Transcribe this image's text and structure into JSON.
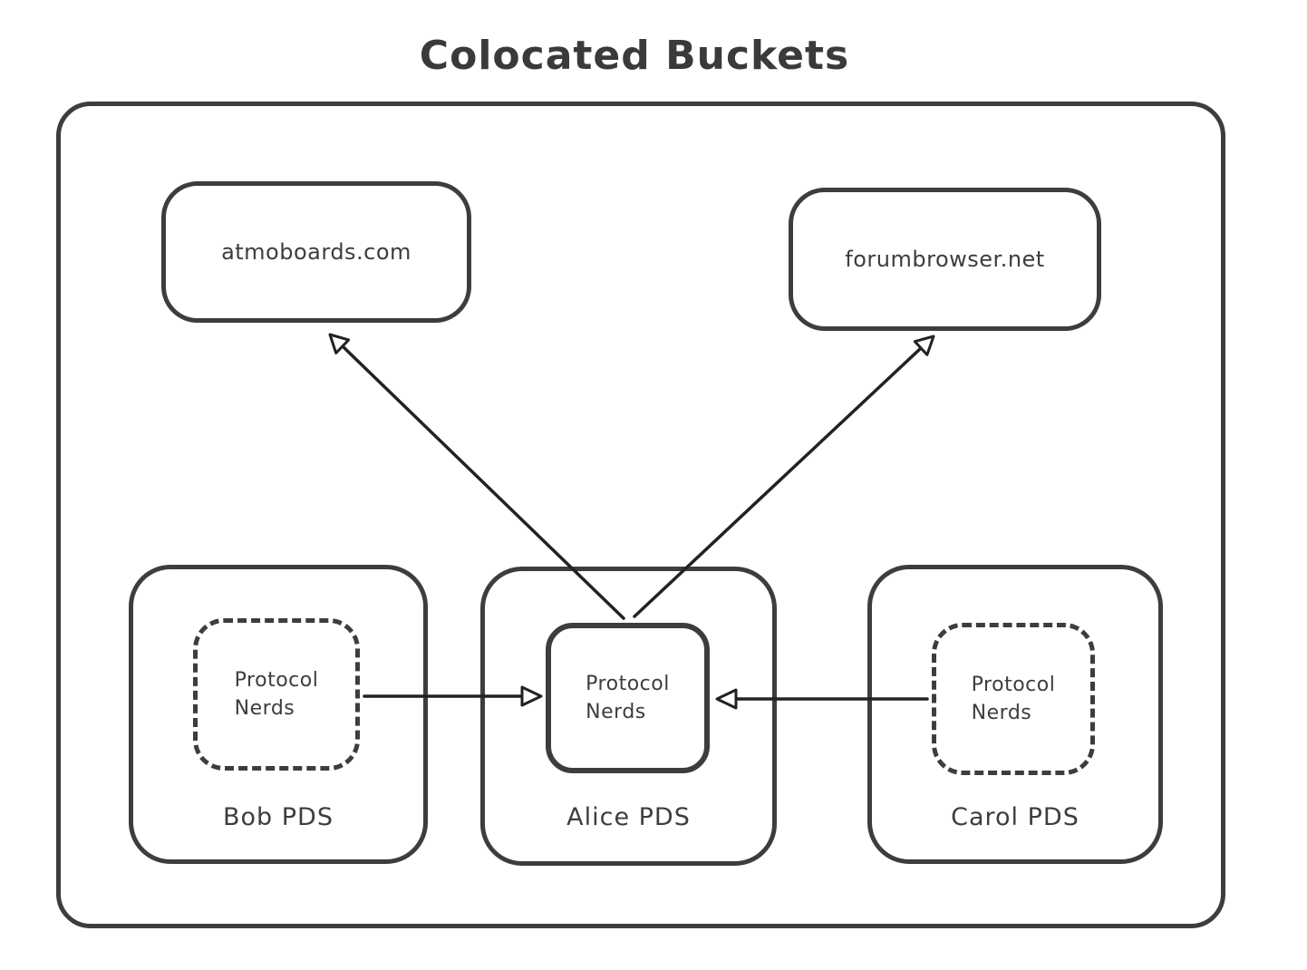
{
  "title": "Colocated Buckets",
  "colors": {
    "box_stroke": "#3d3d3d",
    "arrow_stroke": "#222222",
    "background": "#ffffff"
  },
  "nodes": {
    "atmoboards": {
      "label": "atmoboards.com"
    },
    "forumbrowser": {
      "label": "forumbrowser.net"
    },
    "bob": {
      "label": "Bob PDS",
      "bucket_label": "Protocol\nNerds",
      "bucket_style": "dashed"
    },
    "alice": {
      "label": "Alice PDS",
      "bucket_label": "Protocol\nNerds",
      "bucket_style": "solid"
    },
    "carol": {
      "label": "Carol PDS",
      "bucket_label": "Protocol\nNerds",
      "bucket_style": "dashed"
    }
  },
  "edges": [
    {
      "from": "alice.bucket",
      "to": "atmoboards",
      "arrowhead": "open-triangle"
    },
    {
      "from": "alice.bucket",
      "to": "forumbrowser",
      "arrowhead": "open-triangle"
    },
    {
      "from": "bob.bucket",
      "to": "alice.bucket",
      "arrowhead": "open-triangle"
    },
    {
      "from": "carol.bucket",
      "to": "alice.bucket",
      "arrowhead": "open-triangle"
    }
  ]
}
